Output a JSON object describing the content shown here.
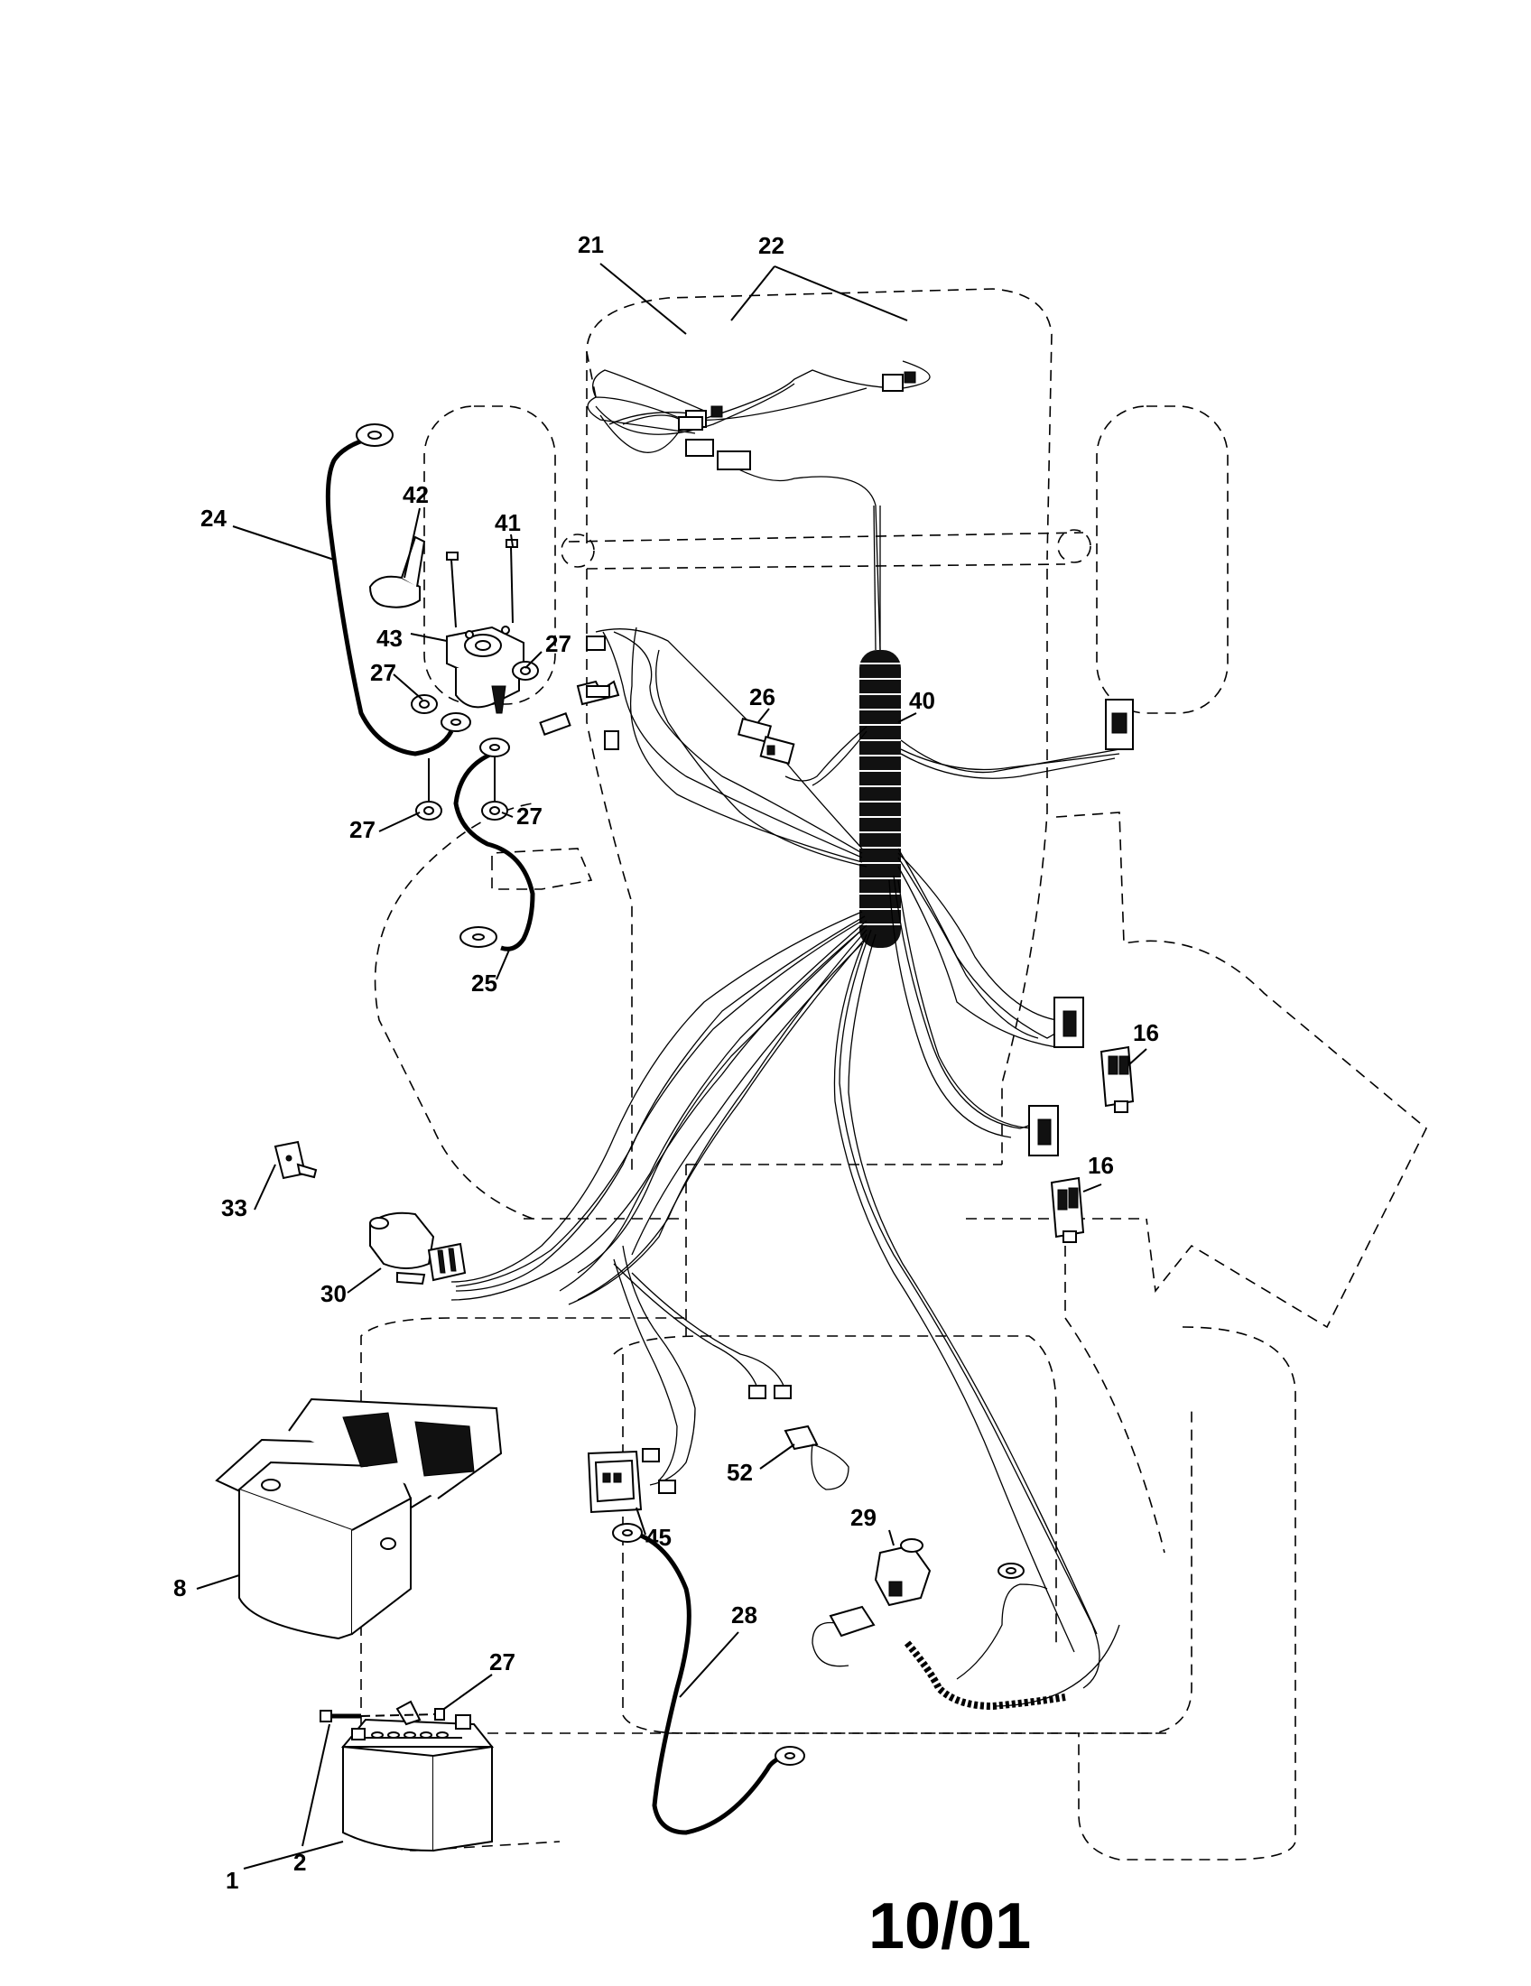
{
  "diagram": {
    "callouts": {
      "p1": "1",
      "p2": "2",
      "p8": "8",
      "p16a": "16",
      "p16b": "16",
      "p21": "21",
      "p22": "22",
      "p24": "24",
      "p25": "25",
      "p26": "26",
      "p27a": "27",
      "p27b": "27",
      "p27c": "27",
      "p27d": "27",
      "p27e": "27",
      "p28": "28",
      "p29": "29",
      "p30": "30",
      "p33": "33",
      "p40": "40",
      "p41": "41",
      "p42": "42",
      "p43": "43",
      "p45": "45",
      "p52": "52"
    },
    "date_code": "10/01"
  }
}
